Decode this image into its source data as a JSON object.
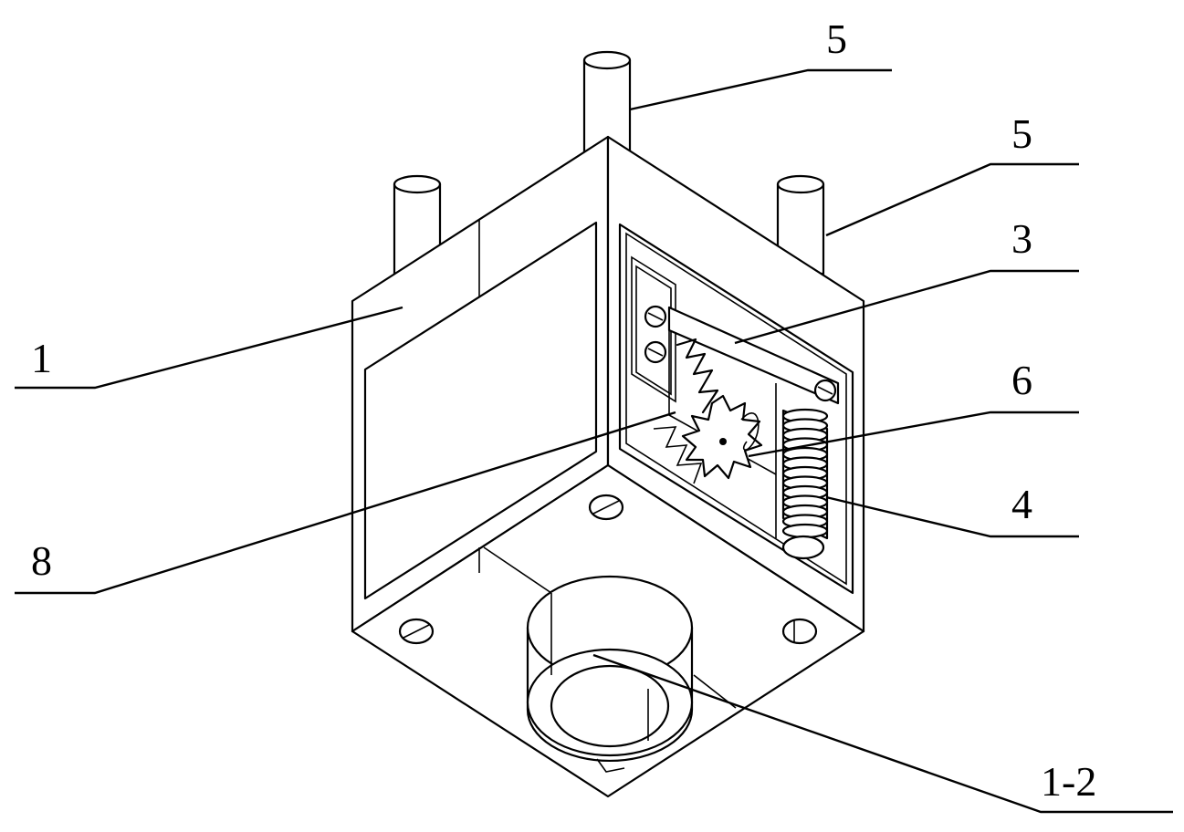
{
  "labels": {
    "frame": "1",
    "seat": "1-2",
    "cover_plate": "3",
    "spring": "4",
    "post_top": "5",
    "post_right": "5",
    "spring_hook": "6",
    "gear": "8"
  }
}
